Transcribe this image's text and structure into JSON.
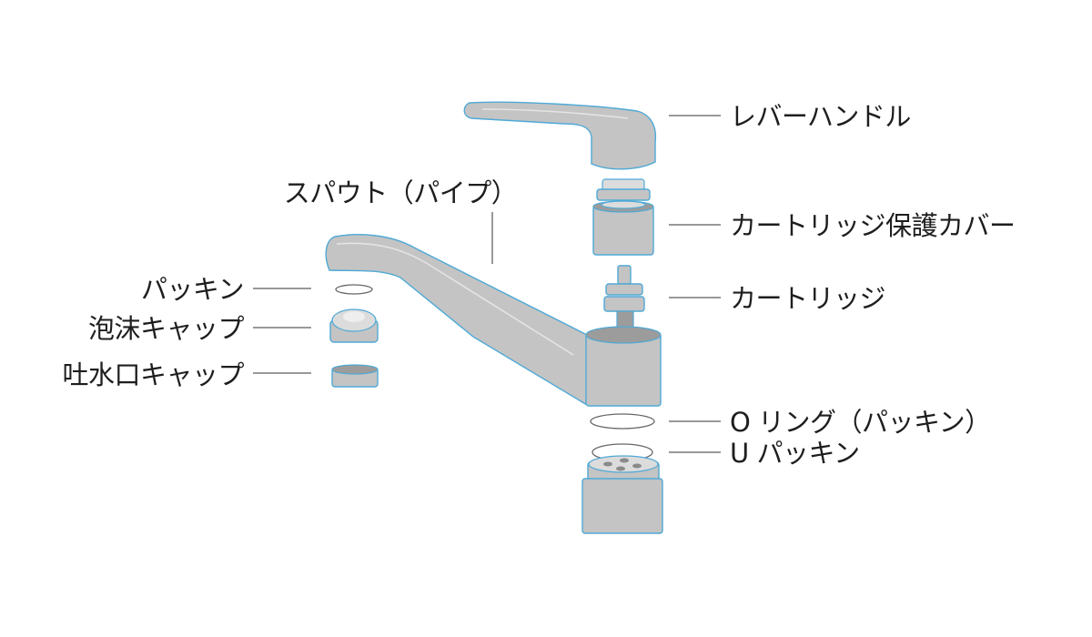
{
  "labels": {
    "lever_handle": "レバーハンドル",
    "cartridge_cover": "カートリッジ保護カバー",
    "cartridge": "カートリッジ",
    "spout": "スパウト（パイプ）",
    "packing": "パッキン",
    "foam_cap": "泡沫キャップ",
    "outlet_cap": "吐水口キャップ",
    "o_ring": "O リング（パッキン）",
    "u_packing": "U パッキン"
  },
  "colors": {
    "part_fill": "#c4c4c4",
    "part_outline": "#4fa9d6",
    "leader_line": "#333333",
    "text": "#1e1e1e"
  }
}
